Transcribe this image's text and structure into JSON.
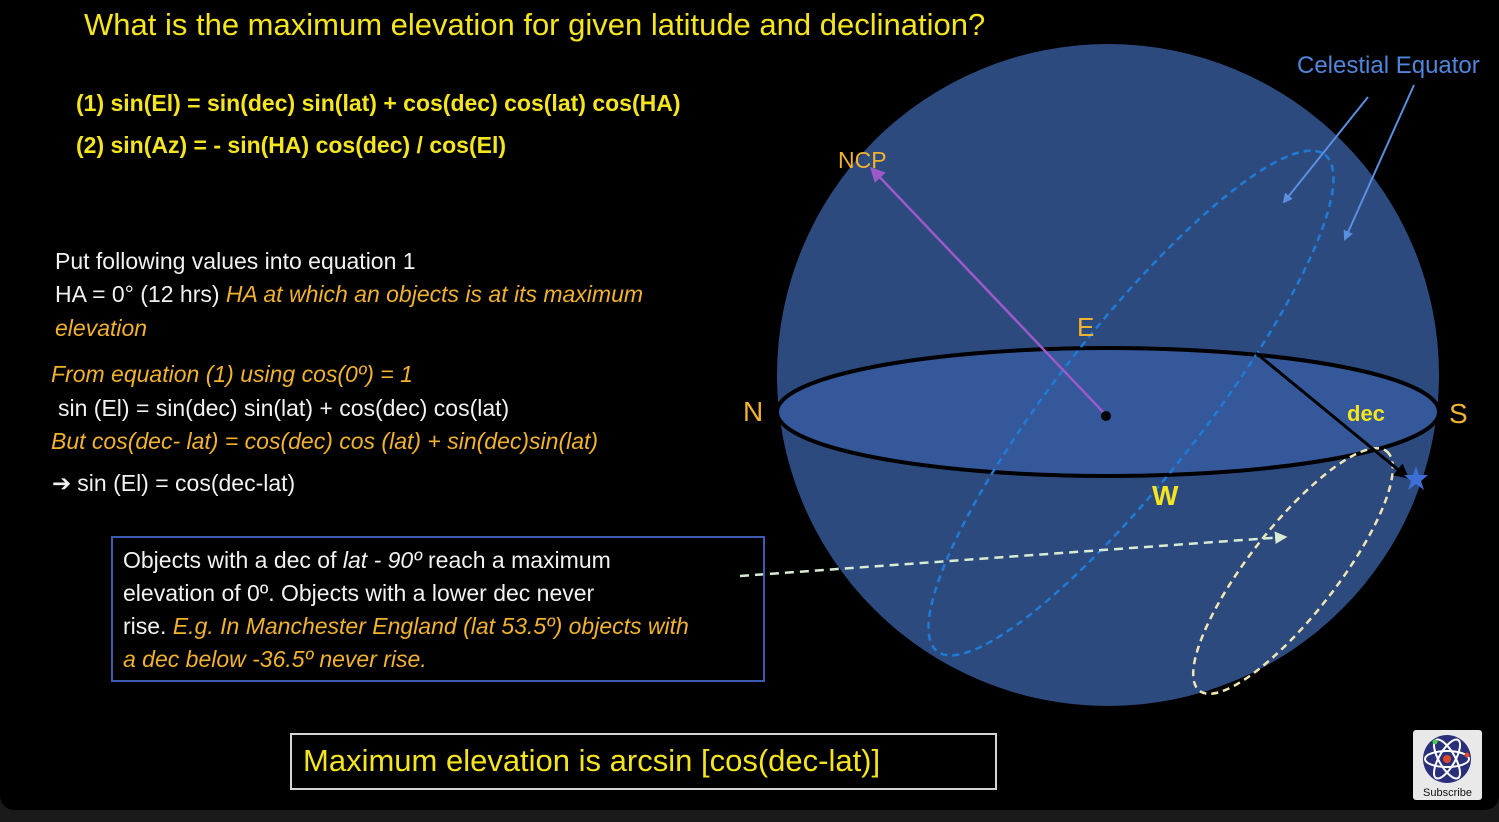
{
  "title": "What is the maximum elevation for given  latitude and declination?",
  "equations": {
    "eq1": "(1) sin(El) = sin(dec) sin(lat) + cos(dec) cos(lat) cos(HA)",
    "eq2": "(2) sin(Az) = - sin(HA) cos(dec) / cos(El)"
  },
  "derivation": {
    "put": "Put following values into equation 1",
    "ha_value": "HA = 0° (12 hrs)",
    "ha_note_1": "HA at which an objects is at its maximum",
    "ha_note_2": "elevation",
    "from": "From equation (1) using cos(0º) = 1",
    "sin_eq": "sin (El) = sin(dec) sin(lat)  + cos(dec) cos(lat)",
    "but": "But cos(dec- lat) = cos(dec) cos (lat) + sin(dec)sin(lat)",
    "result_arrow": "➔",
    "result": "sin (El)  =  cos(dec-lat)"
  },
  "note": {
    "l1_a": "Objects with a dec of ",
    "l1_b": "lat - 90º",
    "l1_c": " reach a maximum",
    "l2": "elevation of 0º. Objects with a lower dec never",
    "l3_a": "rise. ",
    "l3_b": "E.g. In Manchester England (lat 53.5º) objects with",
    "l4": "a dec below -36.5º never rise."
  },
  "answer": "Maximum elevation is arcsin [cos(dec-lat)]",
  "diagram_labels": {
    "celestial_equator": "Celestial Equator",
    "ncp": "NCP",
    "east": "E",
    "north": "N",
    "dec": "dec",
    "south": "S",
    "west": "W"
  },
  "subscribe": {
    "label": "Subscribe"
  },
  "colors": {
    "background": "#000000",
    "sphere": "#2d4a7f",
    "horizon_plane": "#34589a",
    "equator_dash": "#1f7bd6",
    "ncp_arrow": "#9b59c9",
    "pale_orbit": "#efe6b4",
    "yellow_text": "#f5e51f",
    "orange_text": "#f1b22e",
    "label_blue": "#4f86dc"
  }
}
